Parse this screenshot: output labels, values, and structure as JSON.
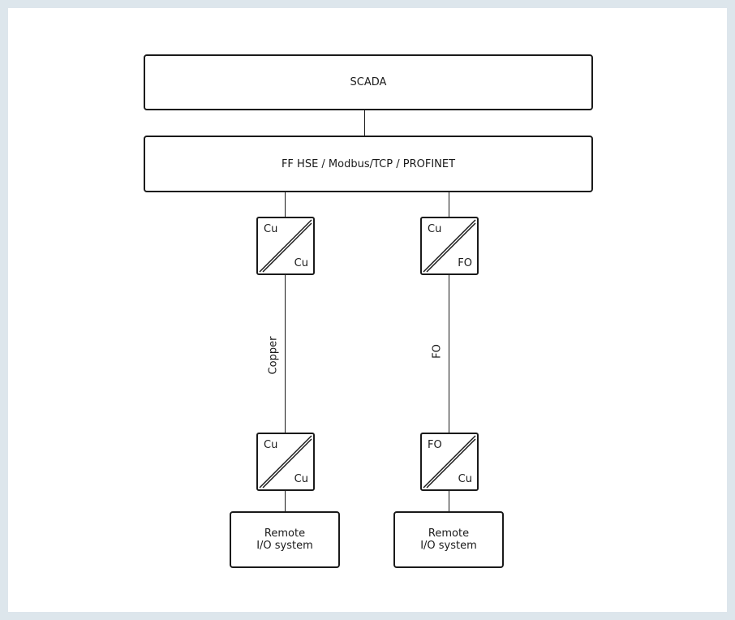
{
  "scada": {
    "label": "SCADA"
  },
  "network": {
    "label": "FF HSE / Modbus/TCP / PROFINET"
  },
  "branch_copper": {
    "top_converter": {
      "top": "Cu",
      "bottom": "Cu"
    },
    "cable_label": "Copper",
    "bottom_converter": {
      "top": "Cu",
      "bottom": "Cu"
    },
    "remote_io": {
      "line1": "Remote",
      "line2": "I/O system"
    }
  },
  "branch_fo": {
    "top_converter": {
      "top": "Cu",
      "bottom": "FO"
    },
    "cable_label": "FO",
    "bottom_converter": {
      "top": "FO",
      "bottom": "Cu"
    },
    "remote_io": {
      "line1": "Remote",
      "line2": "I/O system"
    }
  },
  "colors": {
    "background": "#dde6ec",
    "panel": "#ffffff",
    "stroke": "#1a1a1a"
  }
}
